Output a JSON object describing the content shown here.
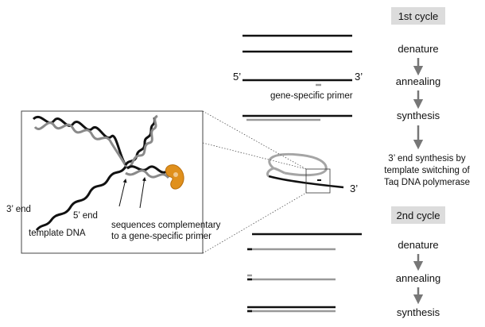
{
  "right_panel": {
    "cycle1": {
      "title": "1st cycle",
      "steps": [
        "denature",
        "annealing",
        "synthesis"
      ],
      "template_switch_note": [
        "3’ end synthesis by",
        "template switching of",
        "Taq DNA polymerase"
      ]
    },
    "cycle2": {
      "title": "2nd cycle",
      "steps": [
        "denature",
        "annealing",
        "synthesis"
      ]
    }
  },
  "strand_labels": {
    "five_prime": "5’",
    "three_prime": "3’",
    "primer": "gene-specific primer",
    "loop_three_prime": "3’"
  },
  "inset": {
    "three_prime_end": "3’ end",
    "five_prime_end": "5’ end",
    "template": "template DNA",
    "complementary": [
      "sequences complementary",
      "to a gene-specific primer"
    ]
  },
  "colors": {
    "template_strand": "#111111",
    "new_strand": "#9a9a9a",
    "polymerase": "#e0901c",
    "cycle_box": "#dcdcdc",
    "arrow": "#777777"
  }
}
